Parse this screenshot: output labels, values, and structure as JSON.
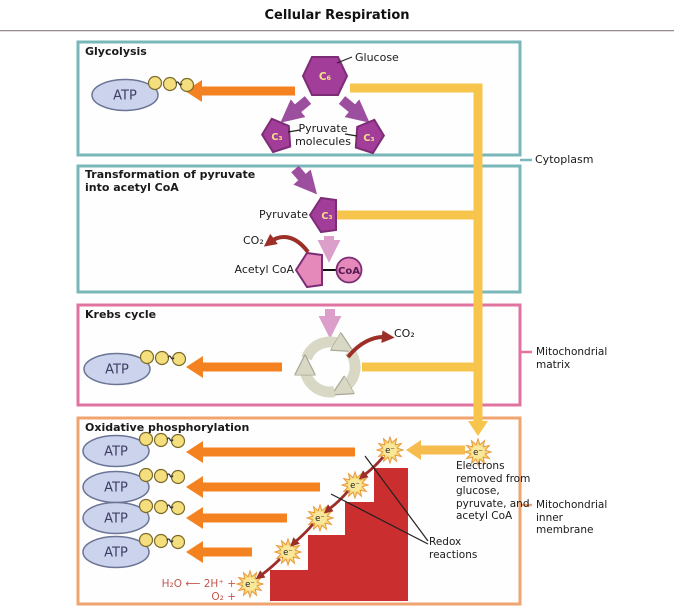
{
  "title": "Cellular Respiration",
  "atp_label": "ATP",
  "glycolysis": {
    "title": "Glycolysis",
    "glucose": "Glucose",
    "c6": "C₆",
    "c3": "C₃",
    "pyruvate_molecules": "Pyruvate molecules"
  },
  "transformation": {
    "title": "Transformation of pyruvate into acetyl CoA",
    "pyruvate": "Pyruvate",
    "c3": "C₃",
    "co2": "CO₂",
    "acetyl_coa": "Acetyl CoA",
    "coa": "CoA"
  },
  "krebs": {
    "title": "Krebs cycle",
    "co2": "CO₂"
  },
  "oxphos": {
    "title": "Oxidative phosphorylation",
    "electron": "e⁻",
    "electrons_note": "Electrons removed from glucose, pyruvate, and acetyl CoA",
    "redox": "Redox reactions",
    "equation": "H₂O ⟵ 2H⁺ + O₂ +"
  },
  "annotations": {
    "cytoplasm": "Cytoplasm",
    "mitochondrial_matrix": "Mitochondrial matrix",
    "mitochondrial_inner_membrane": "Mitochondrial inner membrane"
  },
  "colors": {
    "teal_border": "#7ab7b9",
    "pink_border": "#e0739f",
    "orange_border": "#f0a570",
    "yellow_path": "#f7c44c",
    "orange_arrow": "#f58220",
    "purple_shape": "#a23d99",
    "purple_arrow": "#9c4f9f",
    "light_pink_arrow": "#db9fca",
    "pink_shape": "#e489ba",
    "dark_red_arrow": "#9c2f28",
    "red_staircase": "#cb2e2e",
    "atp_fill": "#ccd3ed",
    "phosphate_fill": "#f4de7d",
    "star_fill": "#f6d878",
    "cycle_fill": "#d8d8c5",
    "equation_text": "#c2574e"
  }
}
